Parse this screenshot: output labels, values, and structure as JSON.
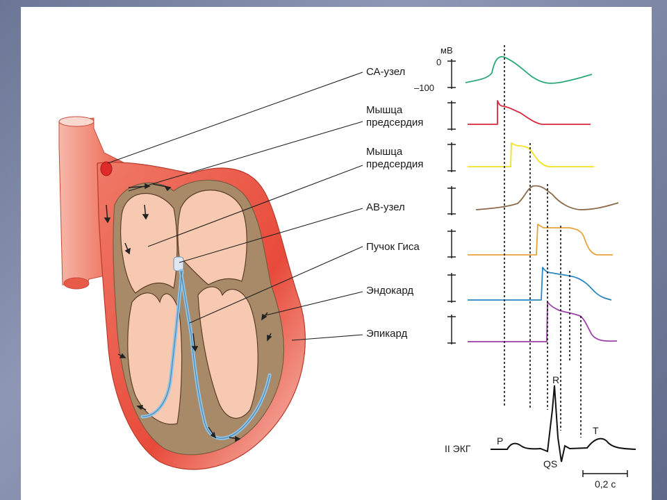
{
  "labels": {
    "sa_node": "СА-узел",
    "atrial_muscle_1_line1": "Мышца",
    "atrial_muscle_1_line2": "предсердия",
    "atrial_muscle_2_line1": "Мышца",
    "atrial_muscle_2_line2": "предсердия",
    "av_node": "АВ-узел",
    "his_bundle": "Пучок Гиса",
    "endocardium": "Эндокард",
    "epicardium": "Эпикард"
  },
  "axis": {
    "unit": "мВ",
    "zero": "0",
    "minus100": "–100"
  },
  "ecg": {
    "lead_label": "II ЭКГ",
    "p": "P",
    "r": "R",
    "qs": "QS",
    "t": "T",
    "scale_label": "0,2 с"
  },
  "colors": {
    "sa_node": "#2aa876",
    "atrial_muscle_1": "#d8283a",
    "atrial_muscle_2": "#f2e21a",
    "av_node": "#8a6a4a",
    "his_bundle": "#e8a23c",
    "endocardium": "#2a87c0",
    "epicardium": "#9c3fa8",
    "heart_outer": "#e84a3a",
    "heart_wall": "#a98a68",
    "chamber": "#f6c9b0",
    "conduction": "#8fc4e6"
  }
}
